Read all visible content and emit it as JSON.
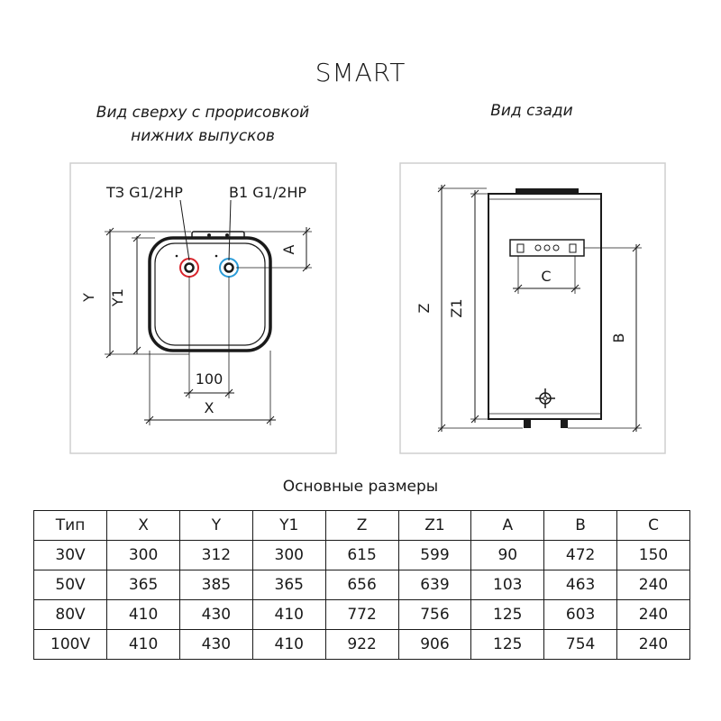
{
  "title": "SMART",
  "top_view_caption_line1": "Вид сверху с прорисовкой",
  "top_view_caption_line2": "нижних выпусков",
  "back_view_caption": "Вид сзади",
  "top_view_labels": {
    "hot_outlet": "ТЗ G1/2НР",
    "cold_inlet": "В1 G1/2НР",
    "dim_y": "Y",
    "dim_y1": "Y1",
    "dim_a": "A",
    "dim_100": "100",
    "dim_x": "X"
  },
  "back_view_labels": {
    "dim_z": "Z",
    "dim_z1": "Z1",
    "dim_c": "C",
    "dim_b": "B"
  },
  "colors": {
    "hot": "#d8232a",
    "cold": "#2a9bd8",
    "line": "#1a1a1a",
    "frame": "#cfcfcf"
  },
  "table_title": "Основные размеры",
  "table": {
    "headers": [
      "Тип",
      "X",
      "Y",
      "Y1",
      "Z",
      "Z1",
      "A",
      "B",
      "C"
    ],
    "rows": [
      [
        "30V",
        "300",
        "312",
        "300",
        "615",
        "599",
        "90",
        "472",
        "150"
      ],
      [
        "50V",
        "365",
        "385",
        "365",
        "656",
        "639",
        "103",
        "463",
        "240"
      ],
      [
        "80V",
        "410",
        "430",
        "410",
        "772",
        "756",
        "125",
        "603",
        "240"
      ],
      [
        "100V",
        "410",
        "430",
        "410",
        "922",
        "906",
        "125",
        "754",
        "240"
      ]
    ]
  }
}
